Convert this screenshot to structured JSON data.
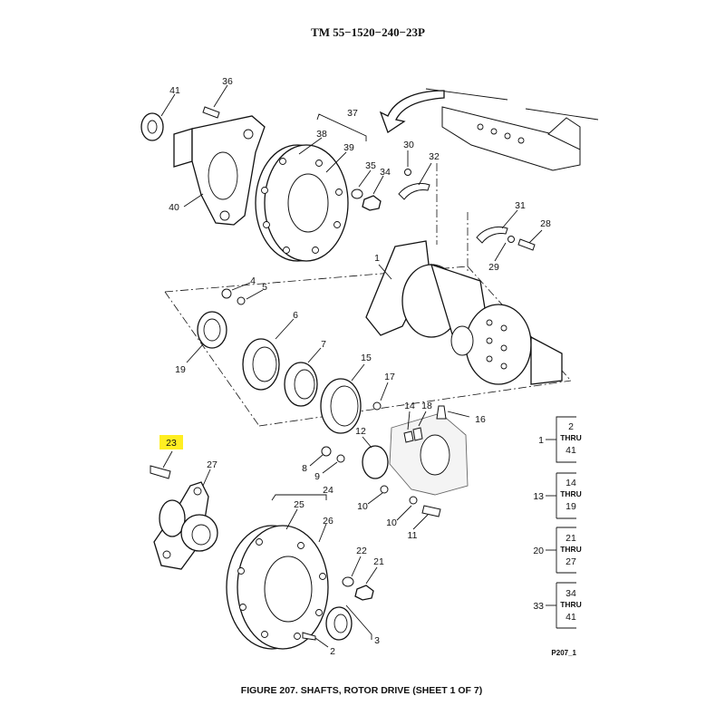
{
  "header": {
    "tm_number": "TM 55−1520−240−23P"
  },
  "figure": {
    "caption": "FIGURE 207.  SHAFTS, ROTOR DRIVE (SHEET 1 OF 7)"
  },
  "image_code": "P207_1",
  "callouts": [
    "41",
    "36",
    "37",
    "38",
    "39",
    "35",
    "34",
    "40",
    "30",
    "32",
    "31",
    "28",
    "29",
    "1",
    "4",
    "5",
    "6",
    "7",
    "15",
    "19",
    "17",
    "14",
    "18",
    "16",
    "12",
    "23",
    "27",
    "8",
    "9",
    "10",
    "24",
    "25",
    "26",
    "22",
    "21",
    "11",
    "2",
    "3"
  ],
  "highlighted_callout": "23",
  "index_tabs": [
    {
      "ref": "1",
      "start": "2",
      "thru": "THRU",
      "end": "41"
    },
    {
      "ref": "13",
      "start": "14",
      "thru": "THRU",
      "end": "19"
    },
    {
      "ref": "20",
      "start": "21",
      "thru": "THRU",
      "end": "27"
    },
    {
      "ref": "33",
      "start": "34",
      "thru": "THRU",
      "end": "41"
    }
  ],
  "colors": {
    "highlight": "#ffee22",
    "ink": "#111111"
  }
}
